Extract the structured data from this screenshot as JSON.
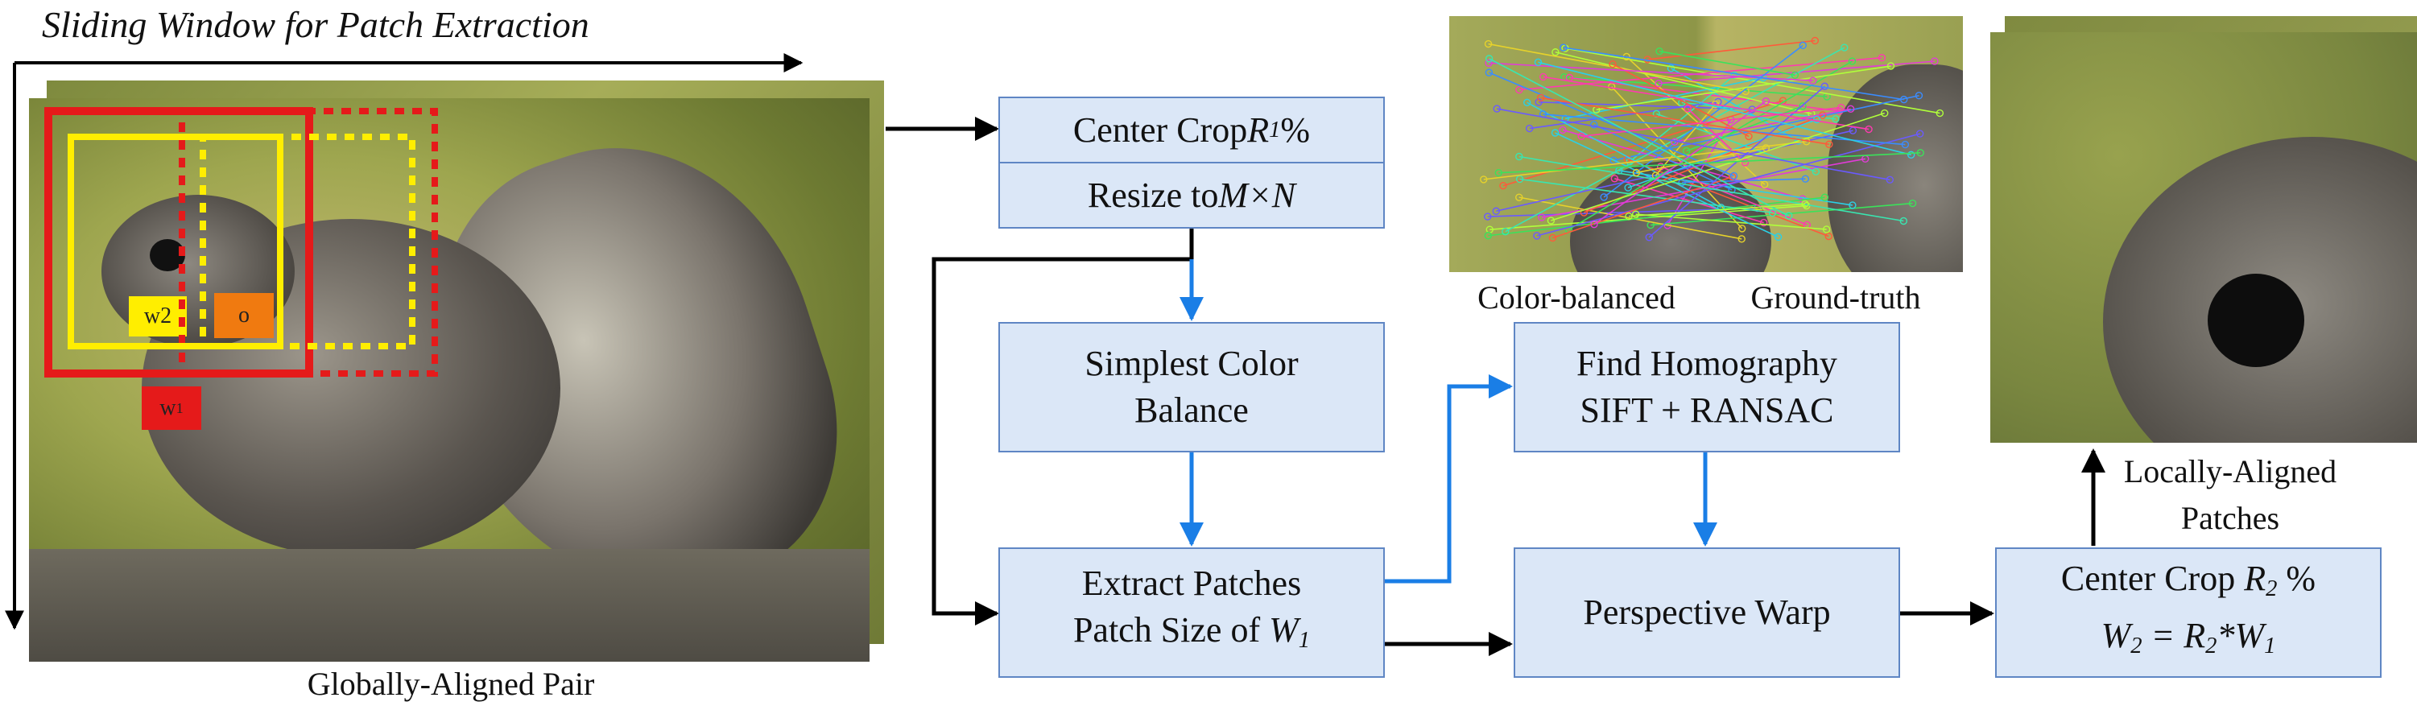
{
  "title": "Sliding Window for Patch Extraction",
  "captions": {
    "globally_aligned": "Globally-Aligned Pair",
    "color_balanced": "Color-balanced",
    "ground_truth": "Ground-truth",
    "locally_aligned_1": "Locally-Aligned",
    "locally_aligned_2": "Patches"
  },
  "window_tags": {
    "w2": "w2",
    "o": "o",
    "w1": "w",
    "w1_sub": "1"
  },
  "boxes": {
    "center_crop_1": {
      "pre": "Center Crop ",
      "var": "R",
      "sub": "1",
      "post": " %"
    },
    "resize": {
      "pre": "Resize to ",
      "expr": "M×N"
    },
    "color_balance": {
      "line1": "Simplest Color",
      "line2": "Balance"
    },
    "homography": {
      "line1": "Find Homography",
      "line2": "SIFT + RANSAC"
    },
    "extract": {
      "line1": "Extract Patches",
      "line2_pre": "Patch Size of ",
      "var": "W",
      "sub": "1"
    },
    "warp": {
      "label": "Perspective Warp"
    },
    "center_crop_2": {
      "line1_pre": "Center Crop ",
      "var": "R",
      "sub": "2",
      "post": " %",
      "eq_a": "W",
      "eq_a_sub": "2",
      "eq_mid": " = ",
      "eq_b": "R",
      "eq_b_sub": "2",
      "eq_op": "*",
      "eq_c": "W",
      "eq_c_sub": "1"
    }
  },
  "colors": {
    "box_fill": "#dbe7f7",
    "box_border": "#5f86c4",
    "blue_arrow": "#1a7ee6",
    "red": "#e51a1a",
    "yellow": "#ffee00",
    "orange": "#f07a10"
  }
}
